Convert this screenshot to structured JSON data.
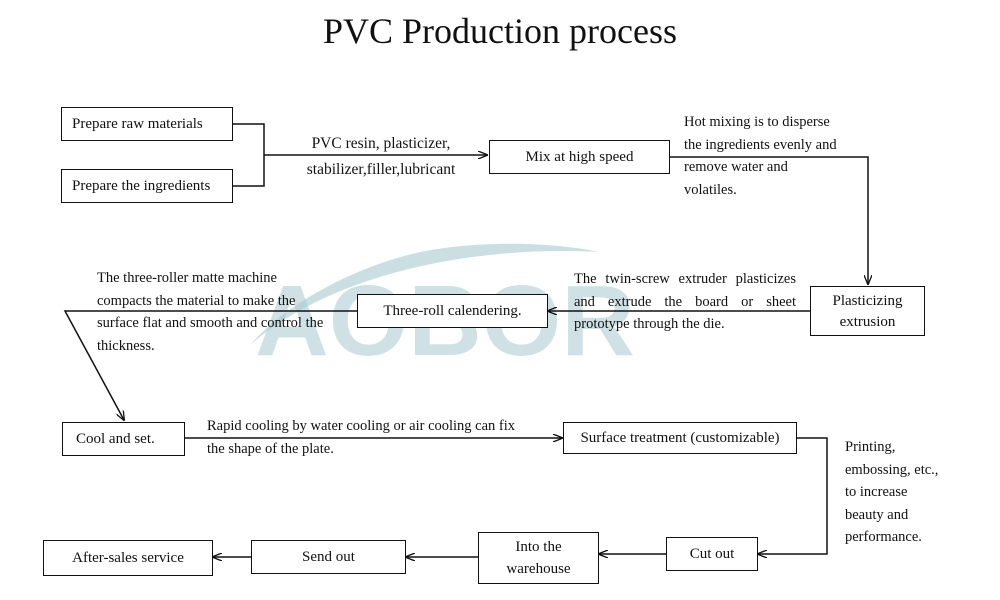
{
  "title": "PVC Production process",
  "watermark": {
    "text": "AOBOR",
    "color": "#a9c9cf"
  },
  "boxes": {
    "raw": "Prepare raw materials",
    "ingredients": "Prepare the ingredients",
    "mix": "Mix at high speed",
    "plasticizing_1": "Plasticizing",
    "plasticizing_2": "extrusion",
    "calendering": "Three-roll calendering.",
    "cool": "Cool and set.",
    "surface": "Surface treatment (customizable)",
    "cutout": "Cut out",
    "warehouse_1": "Into the",
    "warehouse_2": "warehouse",
    "sendout": "Send out",
    "aftersales": "After-sales service"
  },
  "notes": {
    "ingredients": [
      "PVC resin, plasticizer,",
      "stabilizer,filler,lubricant"
    ],
    "mix": [
      "Hot mixing is to disperse",
      "the ingredients evenly and",
      "remove water and",
      "volatiles."
    ],
    "extruder": [
      "The twin-screw extruder plasticizes",
      "and extrude the board or sheet",
      "prototype through the die."
    ],
    "calender": [
      "The three-roller matte machine",
      "compacts the material to make the",
      "surface flat and smooth and control the",
      "thickness."
    ],
    "cooling": [
      "Rapid cooling by water cooling or air cooling can fix",
      "the shape of the plate."
    ],
    "surface": [
      "Printing,",
      "embossing, etc.,",
      "to increase",
      "beauty and",
      "performance."
    ]
  }
}
